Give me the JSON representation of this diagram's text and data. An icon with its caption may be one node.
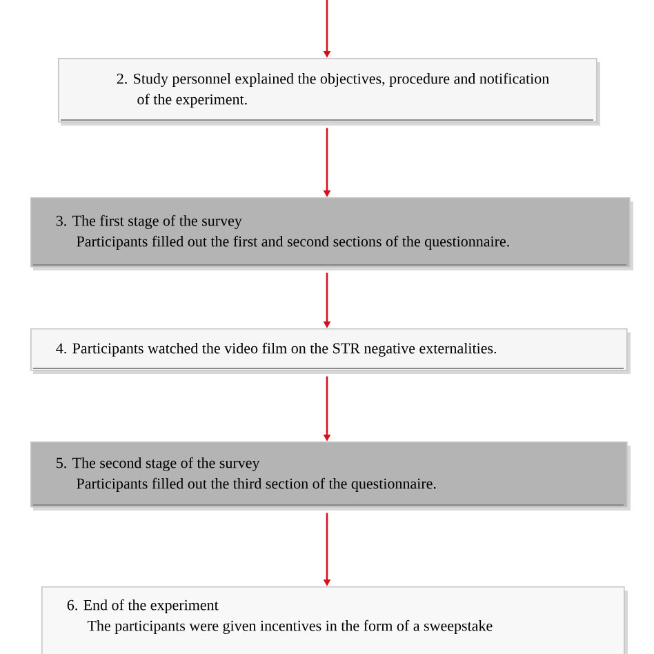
{
  "diagram": {
    "nodes": [
      {
        "text": [
          "2. Study personnel explained the objectives, procedure and notification of the experiment."
        ]
      },
      {
        "text": [
          "3. The first stage of the survey",
          "Participants filled out the first and second sections of the questionnaire."
        ]
      },
      {
        "text": [
          "4. Participants watched the video film on the STR negative externalities."
        ]
      },
      {
        "text": [
          "5. The second stage of the survey",
          "Participants filled out the third section of the questionnaire."
        ]
      },
      {
        "text": [
          "6. End of the experiment",
          "The participants were given incentives in the form of a sweepstake"
        ]
      }
    ],
    "edges": [
      {
        "from": null,
        "to": 0,
        "arrow": "to"
      },
      {
        "from": 0,
        "to": 1,
        "arrow": "to"
      },
      {
        "from": 1,
        "to": 2,
        "arrow": "to"
      },
      {
        "from": 2,
        "to": 3,
        "arrow": "to"
      },
      {
        "from": 3,
        "to": 4,
        "arrow": "to"
      }
    ]
  }
}
